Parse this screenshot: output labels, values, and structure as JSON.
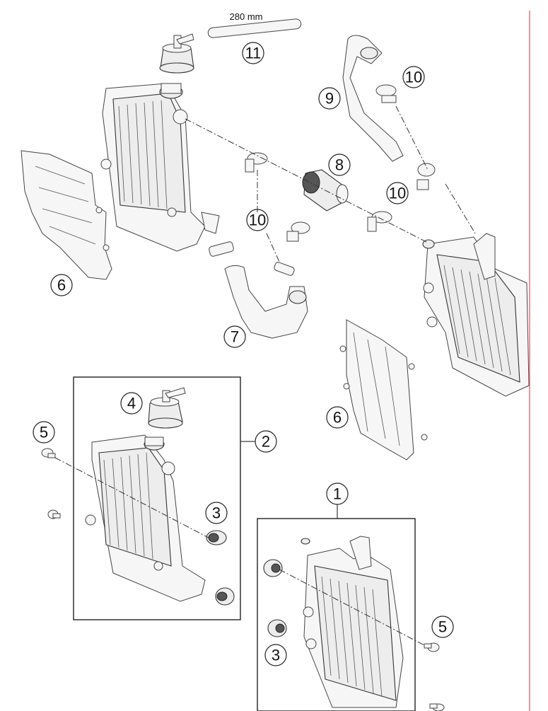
{
  "hose_dimension": "280 mm",
  "callouts": {
    "c1": "1",
    "c2": "2",
    "c3_left": "3",
    "c3_right": "3",
    "c4": "4",
    "c5_left": "5",
    "c5_right": "5",
    "c6_left": "6",
    "c6_right": "6",
    "c7": "7",
    "c8": "8",
    "c9": "9",
    "c10_top": "10",
    "c10_right": "10",
    "c10_center": "10",
    "c11": "11"
  },
  "colors": {
    "line": "#222222",
    "part_fill": "#ededed",
    "page_edge": "#e05060"
  }
}
